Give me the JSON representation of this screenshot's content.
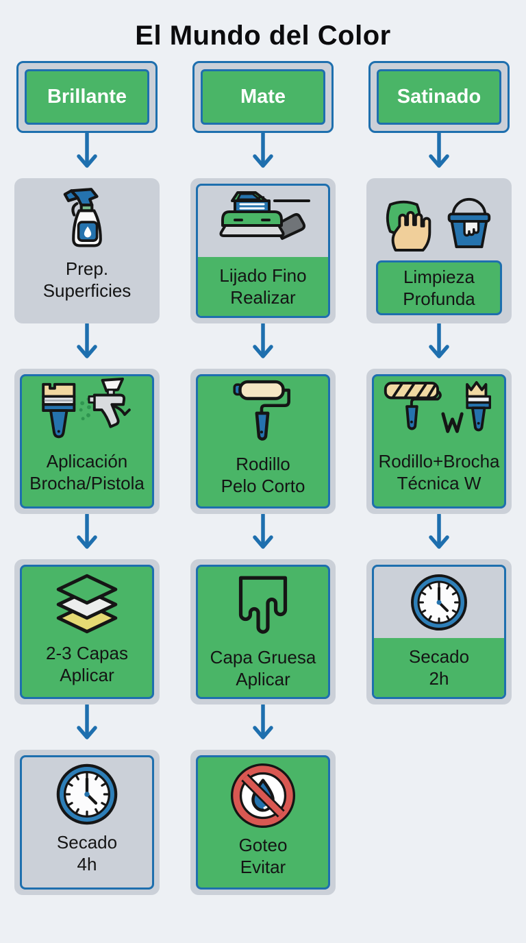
{
  "title": "El Mundo del Color",
  "colors": {
    "accent_blue": "#1e6fae",
    "box_green": "#4ab567",
    "frame_gray": "#cbd0d8",
    "background": "#edf0f4",
    "prohibition_red": "#d95852"
  },
  "columns": [
    {
      "id": "brillante",
      "header": "Brillante",
      "steps": [
        {
          "icon": "spray-bottle-icon",
          "label": "Prep.\nSuperficies"
        },
        {
          "icon": "paintbrush-spraygun-icon",
          "label": "Aplicación\nBrocha/Pistola"
        },
        {
          "icon": "layers-icon",
          "label": "2-3 Capas\nAplicar"
        },
        {
          "icon": "clock-icon",
          "label": "Secado\n4h"
        }
      ]
    },
    {
      "id": "mate",
      "header": "Mate",
      "steps": [
        {
          "icon": "orbital-sander-icon",
          "label": "Lijado Fino\nRealizar"
        },
        {
          "icon": "paint-roller-icon",
          "label": "Rodillo\nPelo Corto"
        },
        {
          "icon": "paint-drip-icon",
          "label": "Capa Gruesa\nAplicar"
        },
        {
          "icon": "no-drip-icon",
          "label": "Goteo\nEvitar"
        }
      ]
    },
    {
      "id": "satinado",
      "header": "Satinado",
      "steps": [
        {
          "icon": "cloth-and-bucket-icon",
          "label": "Limpieza\nProfunda"
        },
        {
          "icon": "roller-brush-w-icon",
          "label": "Rodillo+Brocha\nTécnica W"
        },
        {
          "icon": "clock-icon",
          "label": "Secado\n2h"
        }
      ]
    }
  ]
}
